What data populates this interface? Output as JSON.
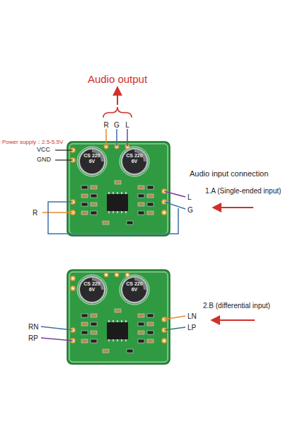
{
  "diagram": {
    "nodes": [
      {
        "text": [
          "CS 220 6V"
        ]
      },
      {
        "text": [
          "CS 220 6V"
        ]
      },
      {
        "text": [
          "CS 220 6V"
        ]
      },
      {
        "text": [
          "CS 220 6V"
        ]
      }
    ],
    "labels": [
      "Audio output",
      "R",
      "G",
      "L",
      "Power supply：2.5-5.5V",
      "VCC",
      "GND",
      "Audio input connection",
      "1.A (Single-ended input)",
      "R",
      "L",
      "G",
      "2.B (differential input)",
      "RN",
      "RP",
      "LN",
      "LP"
    ]
  }
}
